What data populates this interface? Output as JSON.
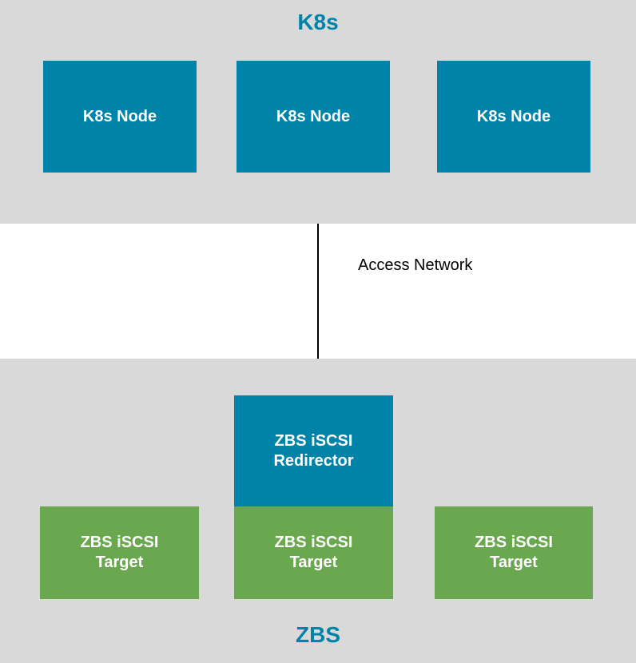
{
  "colors": {
    "panel_bg": "#d9d9d9",
    "title_color": "#0083a8",
    "node_blue": "#0083a8",
    "target_green": "#6aa84f"
  },
  "k8s": {
    "title": "K8s",
    "nodes": [
      "K8s Node",
      "K8s Node",
      "K8s Node"
    ]
  },
  "network": {
    "label": "Access Network"
  },
  "zbs": {
    "title": "ZBS",
    "redirector": "ZBS iSCSI\nRedirector",
    "targets": [
      "ZBS iSCSI\nTarget",
      "ZBS iSCSI\nTarget",
      "ZBS iSCSI\nTarget"
    ]
  }
}
